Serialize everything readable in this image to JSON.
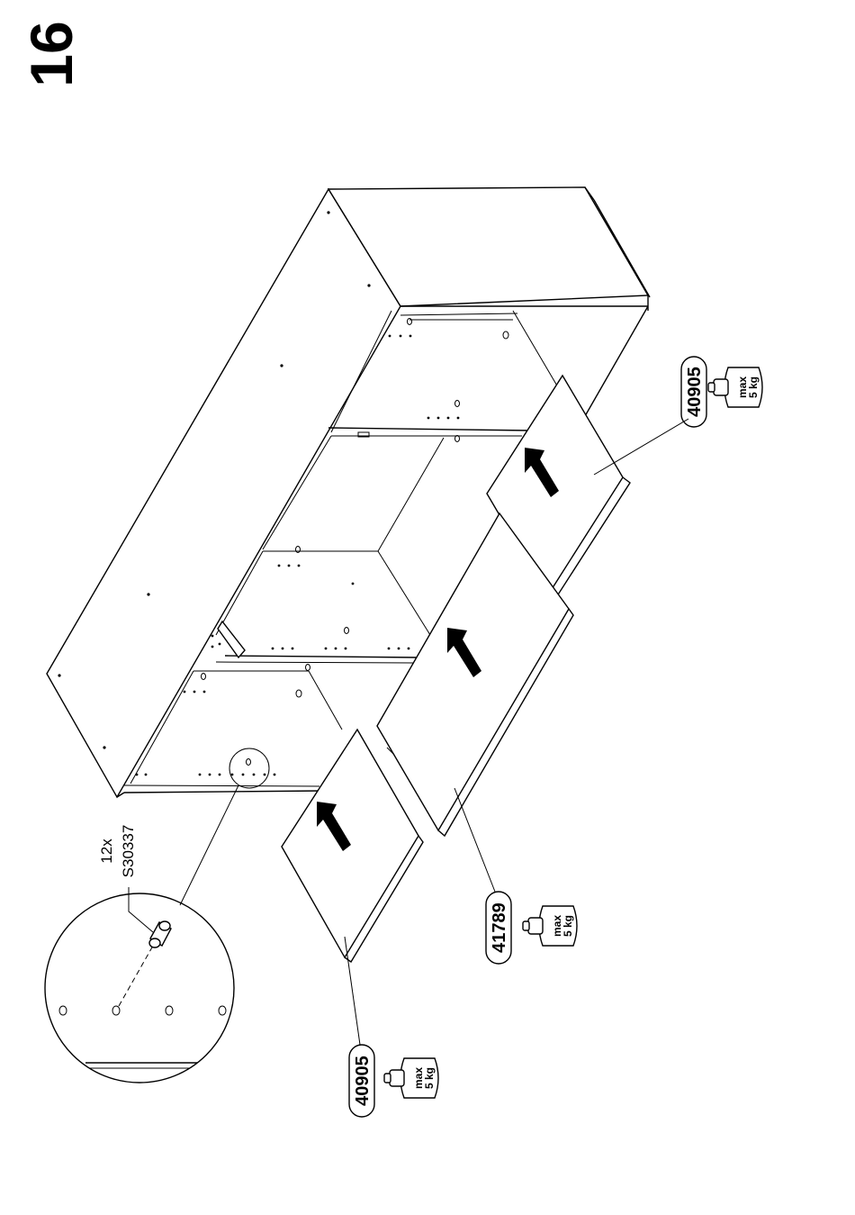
{
  "step": {
    "number": "16"
  },
  "callout": {
    "quantity": "12x",
    "part_code": "S30337"
  },
  "shelves": [
    {
      "part_number": "40905",
      "weight_top": "max",
      "weight_bottom": "5 kg"
    },
    {
      "part_number": "41789",
      "weight_top": "max",
      "weight_bottom": "5 kg"
    },
    {
      "part_number": "40905",
      "weight_top": "max",
      "weight_bottom": "5 kg"
    }
  ],
  "icons": [
    "insert-arrow-icon",
    "weight-limit-icon",
    "shelf-pin-icon"
  ],
  "colors": {
    "ink": "#000000",
    "paper": "#ffffff"
  }
}
